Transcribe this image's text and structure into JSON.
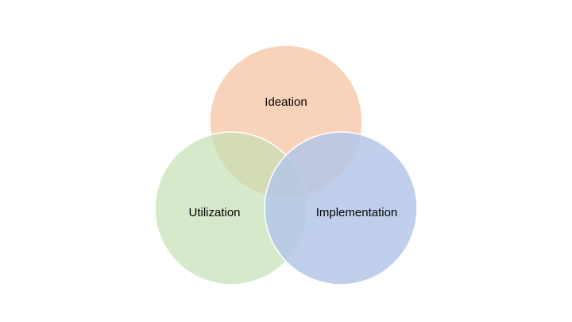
{
  "diagram": {
    "type": "venn",
    "sets": [
      {
        "id": "ideation",
        "label": "Ideation",
        "color": "#F8CBAD",
        "opacity": 0.85
      },
      {
        "id": "utilization",
        "label": "Utilization",
        "color": "#C5E0B4",
        "opacity": 0.7
      },
      {
        "id": "implementation",
        "label": "Implementation",
        "color": "#B4C7E7",
        "opacity": 0.85
      }
    ]
  }
}
